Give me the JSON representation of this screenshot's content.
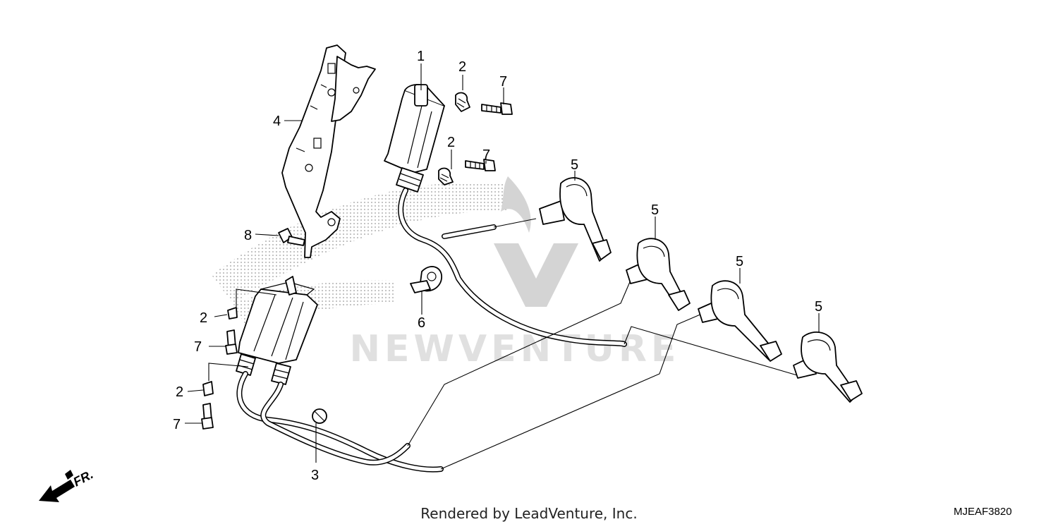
{
  "diagram": {
    "callouts": {
      "coil_upper": "1",
      "clip_a": "2",
      "clip_b": "2",
      "clip_c": "2",
      "clip_d": "2",
      "harness": "3",
      "bracket": "4",
      "cap_a": "5",
      "cap_b": "5",
      "cap_c": "5",
      "cap_d": "5",
      "clamp": "6",
      "bolt_a": "7",
      "bolt_b": "7",
      "bolt_c": "7",
      "bolt_d": "7",
      "bolt_e": "8"
    },
    "direction_label": "FR.",
    "watermark_text": "NEWVENTURE"
  },
  "footer": {
    "rendered_by": "Rendered by LeadVenture, Inc.",
    "diagram_code": "MJEAF3820"
  }
}
